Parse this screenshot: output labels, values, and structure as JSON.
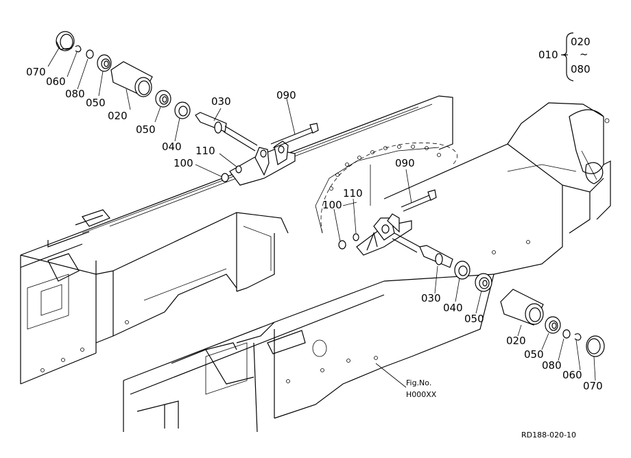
{
  "group_reference": {
    "main": "010",
    "range_start": "020",
    "range_sep": "~",
    "range_end": "080"
  },
  "parts_upper": {
    "p070": "070",
    "p060": "060",
    "p080": "080",
    "p050a": "050",
    "p020": "020",
    "p050b": "050",
    "p040": "040",
    "p030": "030",
    "p090": "090",
    "p110": "110",
    "p100": "100"
  },
  "parts_lower": {
    "p090": "090",
    "p110": "110",
    "p100": "100",
    "p030": "030",
    "p040": "040",
    "p050a": "050",
    "p020": "020",
    "p050b": "050",
    "p080": "080",
    "p060": "060",
    "p070": "070"
  },
  "figure": {
    "label": "Fig.No.",
    "number": "H000XX"
  },
  "drawing_code": "RD188-020-10"
}
